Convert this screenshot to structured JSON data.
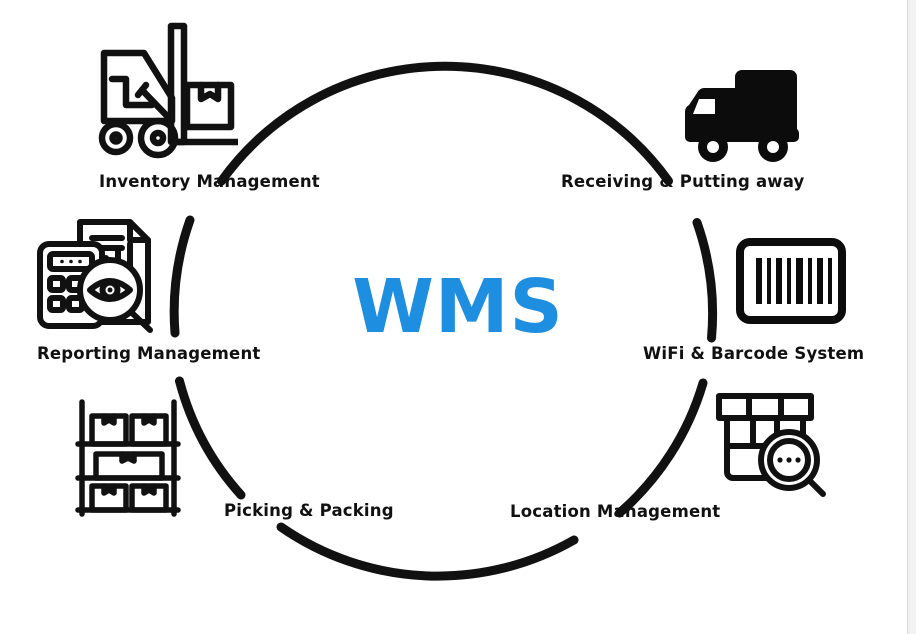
{
  "diagram": {
    "center_text": "WMS",
    "accent_color": "#1e8fe0",
    "ring_color": "#111111",
    "background_color": "#ffffff",
    "nodes": [
      {
        "id": "inventory",
        "label": "Inventory Management",
        "icon": "forklift-icon",
        "position": "top-left"
      },
      {
        "id": "receiving",
        "label": "Receiving & Putting away",
        "icon": "delivery-truck-icon",
        "position": "top-right"
      },
      {
        "id": "reporting",
        "label": "Reporting Management",
        "icon": "calculator-report-magnifier-icon",
        "position": "middle-left"
      },
      {
        "id": "wifi",
        "label": "WiFi & Barcode System",
        "icon": "barcode-icon",
        "position": "middle-right"
      },
      {
        "id": "picking",
        "label": "Picking & Packing",
        "icon": "warehouse-rack-boxes-icon",
        "position": "bottom-left"
      },
      {
        "id": "location",
        "label": "Location Management",
        "icon": "box-magnifier-icon",
        "position": "bottom-right"
      }
    ]
  }
}
